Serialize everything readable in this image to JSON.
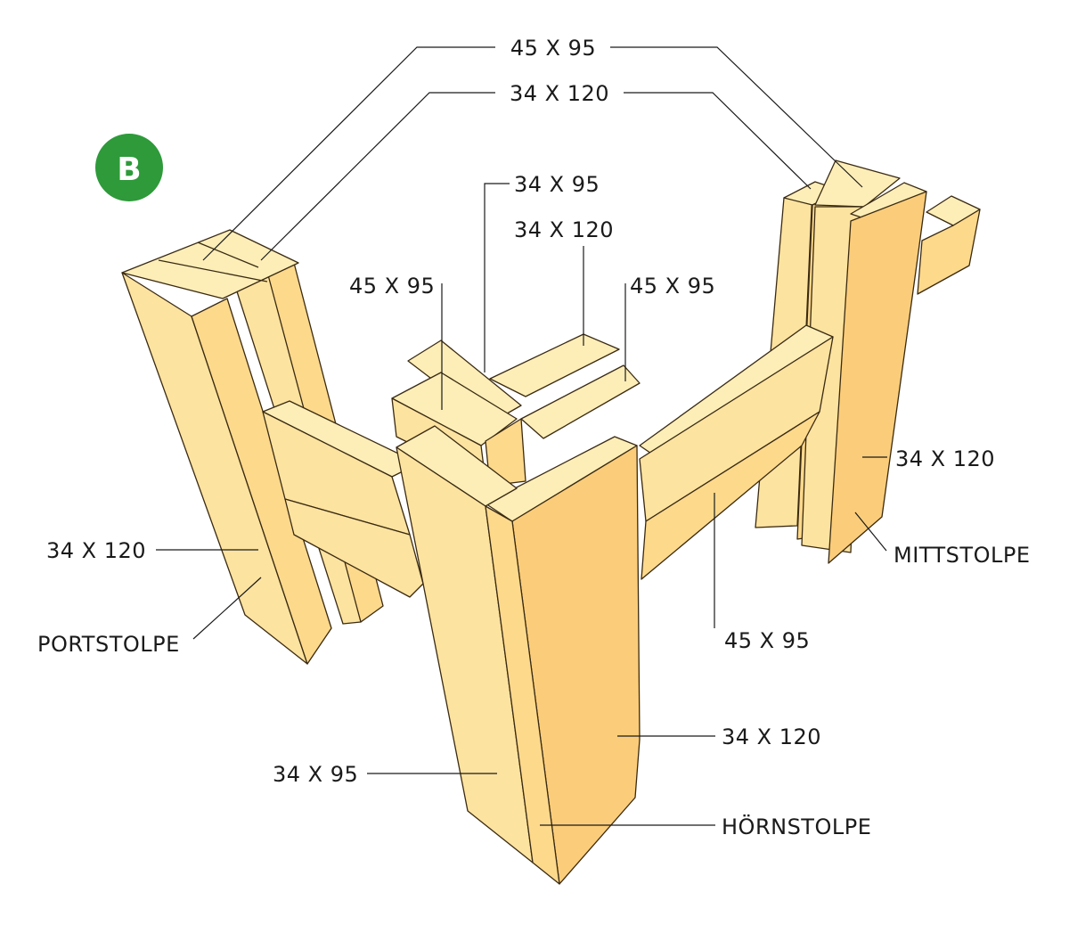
{
  "badge": {
    "letter": "B",
    "color": "#2e9a3a"
  },
  "labels": {
    "top_45x95": "45 X 95",
    "top_34x120": "34 X 120",
    "center_34x95": "34 X 95",
    "center_34x120": "34 X 120",
    "center_left_45x95": "45 X 95",
    "center_right_45x95": "45 X 95",
    "right_34x120": "34 X 120",
    "mittstolpe": "MITTSTOLPE",
    "left_34x120": "34 X 120",
    "portstolpe": "PORTSTOLPE",
    "beam_45x95": "45 X 95",
    "corner_34x120": "34 X 120",
    "corner_34x95": "34 X 95",
    "hornstolpe": "HÖRNSTOLPE"
  },
  "colors": {
    "wood_top": "#fdeeb8",
    "wood_light": "#fde3a0",
    "wood_dark": "#fbcd7a",
    "outline": "#3a2a12"
  }
}
